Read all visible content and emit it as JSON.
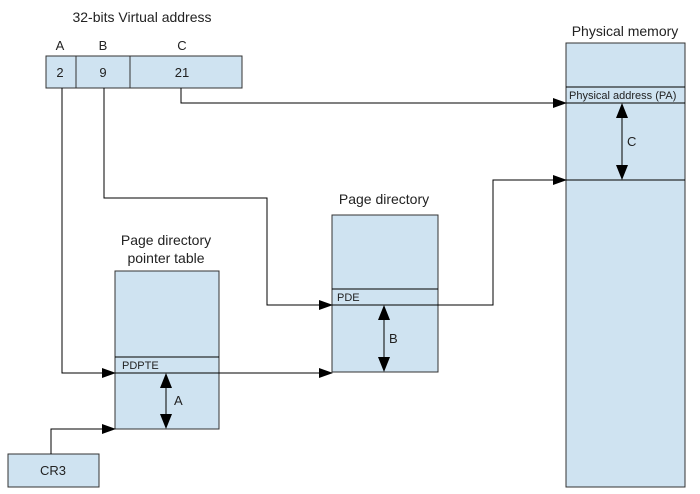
{
  "virtual_address": {
    "title": "32-bits Virtual address",
    "fields": [
      {
        "letter": "A",
        "value": "2"
      },
      {
        "letter": "B",
        "value": "9"
      },
      {
        "letter": "C",
        "value": "21"
      }
    ]
  },
  "pdpt": {
    "title_line1": "Page directory",
    "title_line2": "pointer table",
    "entry": "PDPTE",
    "offset_label": "A"
  },
  "page_directory": {
    "title": "Page directory",
    "entry": "PDE",
    "offset_label": "B"
  },
  "physical_memory": {
    "title": "Physical memory",
    "entry": "Physical address (PA)",
    "offset_label": "C"
  },
  "cr3": {
    "label": "CR3"
  },
  "colors": {
    "box_fill": "#cfe3f1",
    "line": "#000000"
  }
}
